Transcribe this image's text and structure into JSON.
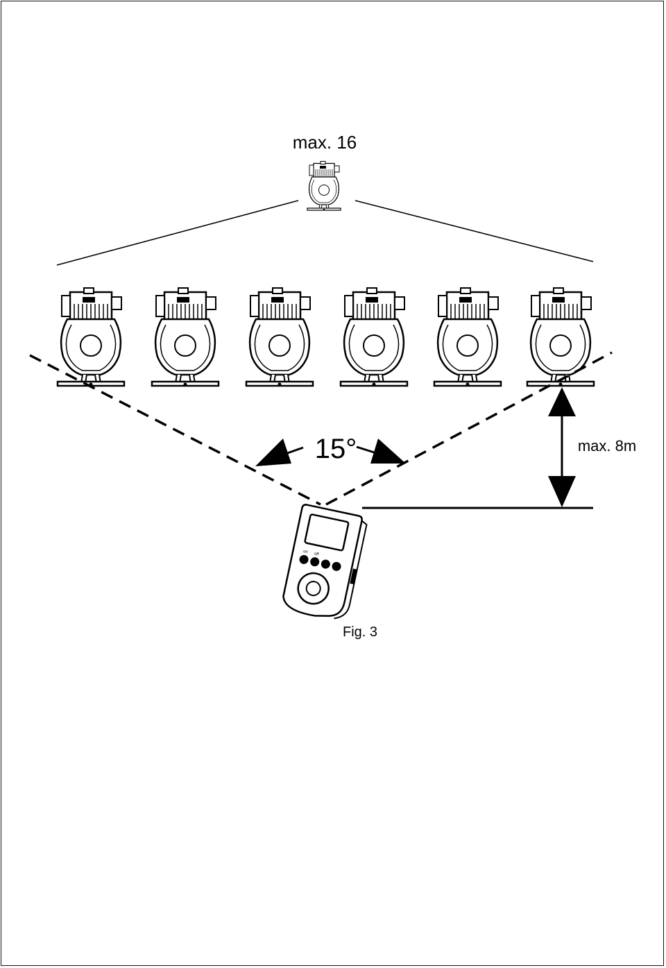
{
  "diagram": {
    "labels": {
      "max_count": "max. 16",
      "angle": "15°",
      "max_distance": "max. 8m",
      "figure_caption": "Fig. 3"
    },
    "pump_count_in_row": 6,
    "remote_buttons": [
      "on",
      "off",
      "",
      ""
    ]
  }
}
